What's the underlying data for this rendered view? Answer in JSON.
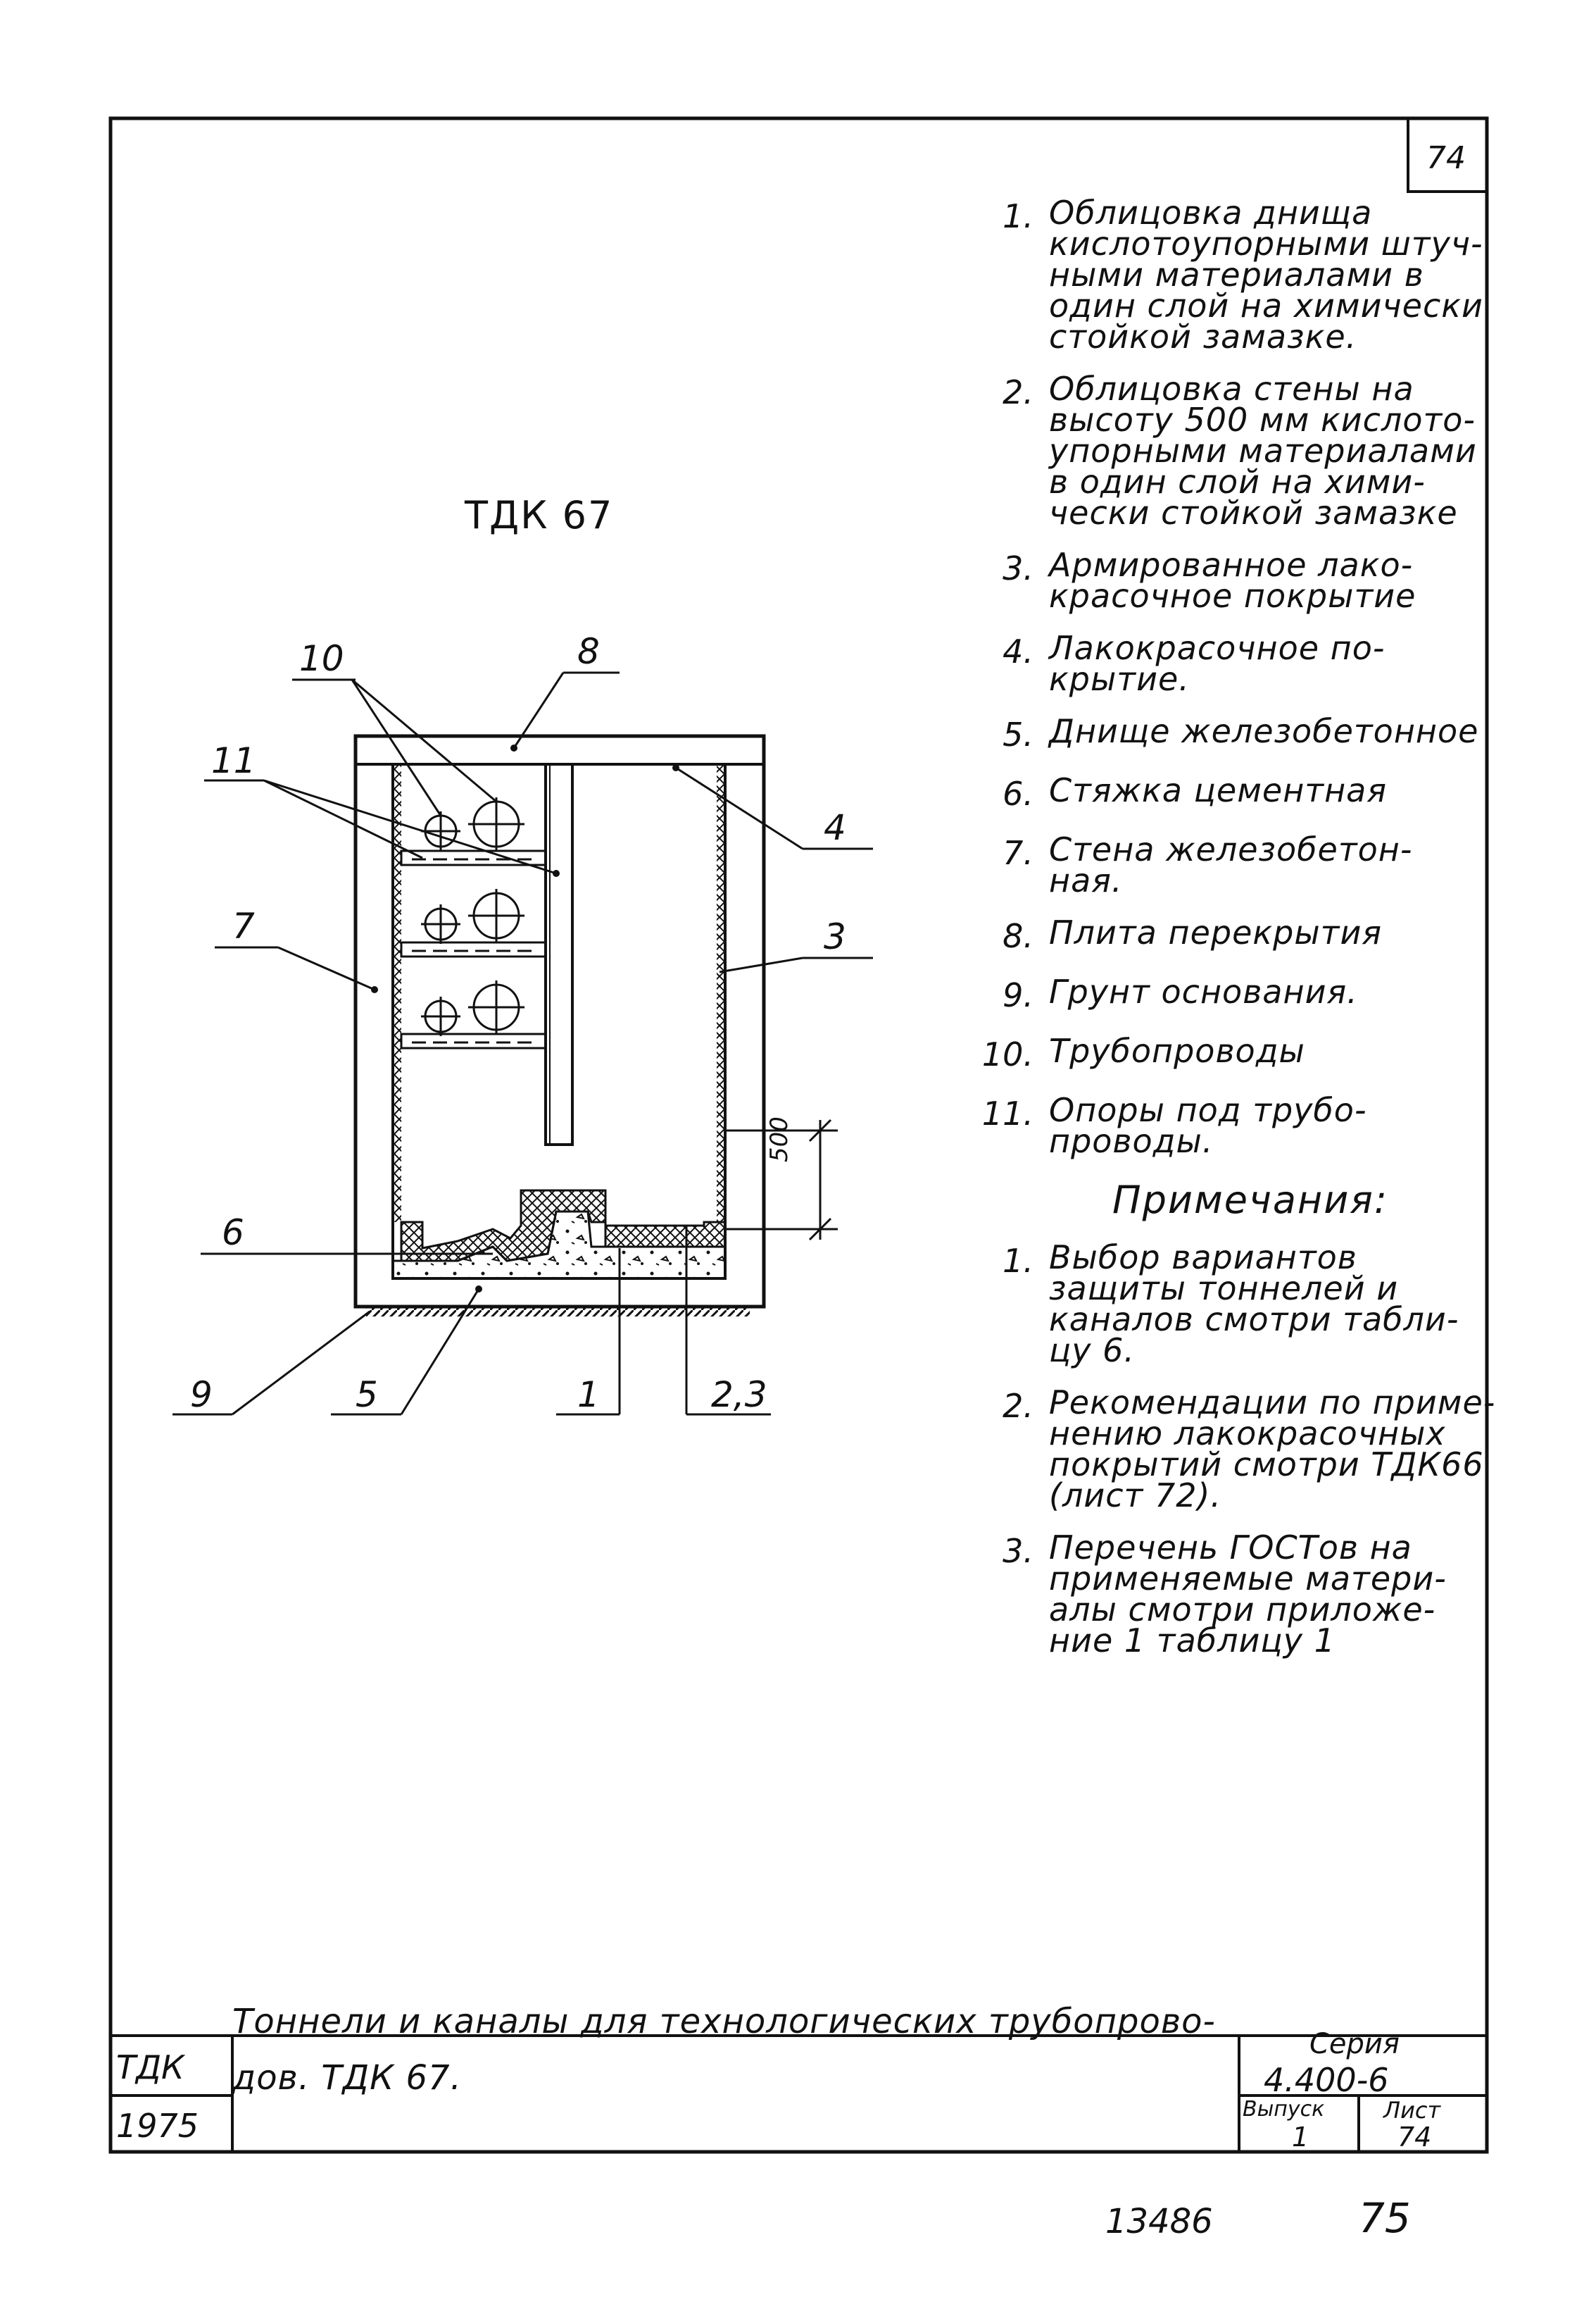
{
  "sheet_number": "74",
  "drawing_title": "ТДК 67",
  "callouts": [
    "10",
    "8",
    "11",
    "4",
    "3",
    "7",
    "6",
    "9",
    "5",
    "1",
    "2,3"
  ],
  "dimension": "500",
  "legend": [
    {
      "num": "1.",
      "text": "Облицовка днища\nкислотоупорными штуч-\nными материалами в\nодин слой на химически\nстойкой замазке."
    },
    {
      "num": "2.",
      "text": "Облицовка стены на\nвысоту 500 мм кислото-\nупорными материалами\nв один слой на хими-\nчески стойкой замазке"
    },
    {
      "num": "3.",
      "text": "Армированное лако-\nкрасочное покрытие"
    },
    {
      "num": "4.",
      "text": "Лакокрасочное по-\nкрытие."
    },
    {
      "num": "5.",
      "text": "Днище железобетонное"
    },
    {
      "num": "6.",
      "text": "Стяжка цементная"
    },
    {
      "num": "7.",
      "text": "Стена железобетон-\nная."
    },
    {
      "num": "8.",
      "text": "Плита перекрытия"
    },
    {
      "num": "9.",
      "text": "Грунт основания."
    },
    {
      "num": "10.",
      "text": "Трубопроводы"
    },
    {
      "num": "11.",
      "text": "Опоры под трубо-\nпроводы."
    }
  ],
  "notes_title": "Примечания:",
  "notes": [
    {
      "num": "1.",
      "text": "Выбор вариантов\nзащиты тоннелей и\nканалов смотри табли-\nцу 6."
    },
    {
      "num": "2.",
      "text": "Рекомендации по приме-\nнению лакокрасочных\nпокрытий смотри ТДК66\n(лист 72)."
    },
    {
      "num": "3.",
      "text": "Перечень ГОСТов на\nприменяемые матери-\nалы смотри приложе-\nние 1 таблицу 1"
    }
  ],
  "title_block": {
    "code": "ТДК",
    "year": "1975",
    "title": "Тоннели и каналы для технологических трубопрово-\nдов. ТДК 67.",
    "series_label": "Серия",
    "series_value": "4.400-6",
    "issue_label": "Выпуск",
    "issue_value": "1",
    "sheet_label": "Лист",
    "sheet_value": "74"
  },
  "footer": {
    "archive_no": "13486",
    "page": "75"
  }
}
